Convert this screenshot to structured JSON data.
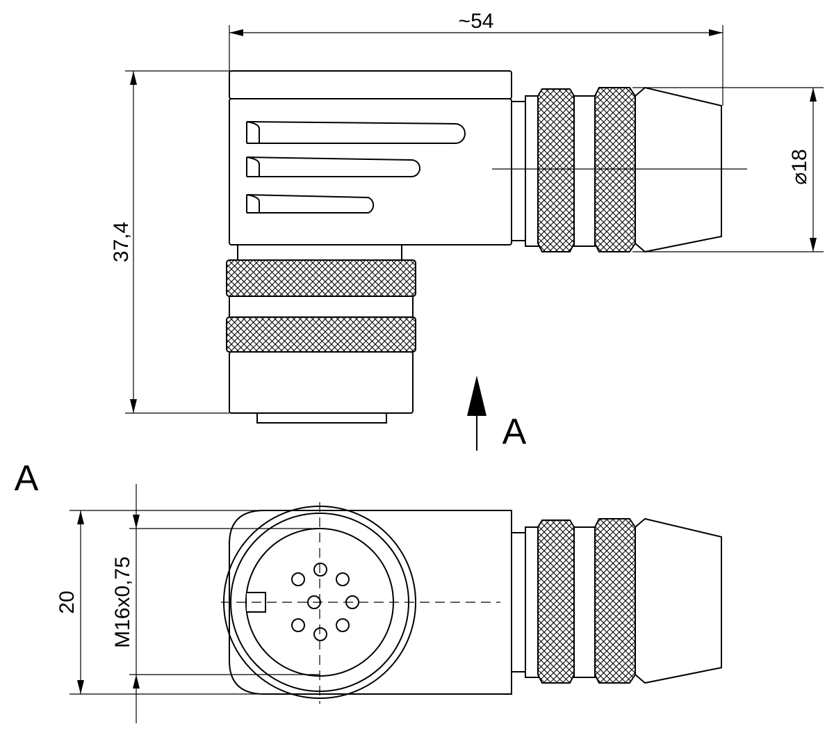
{
  "drawing": {
    "dimensions": {
      "overall_length": "~54",
      "cable_diameter": "⌀18",
      "height": "37,4",
      "width": "20",
      "thread": "M16x0,75"
    },
    "view_labels": {
      "view_arrow_label": "A",
      "section_title": "A"
    },
    "colors": {
      "line": "#000000",
      "background": "#ffffff",
      "knurl_fill": "#ffffff"
    }
  }
}
